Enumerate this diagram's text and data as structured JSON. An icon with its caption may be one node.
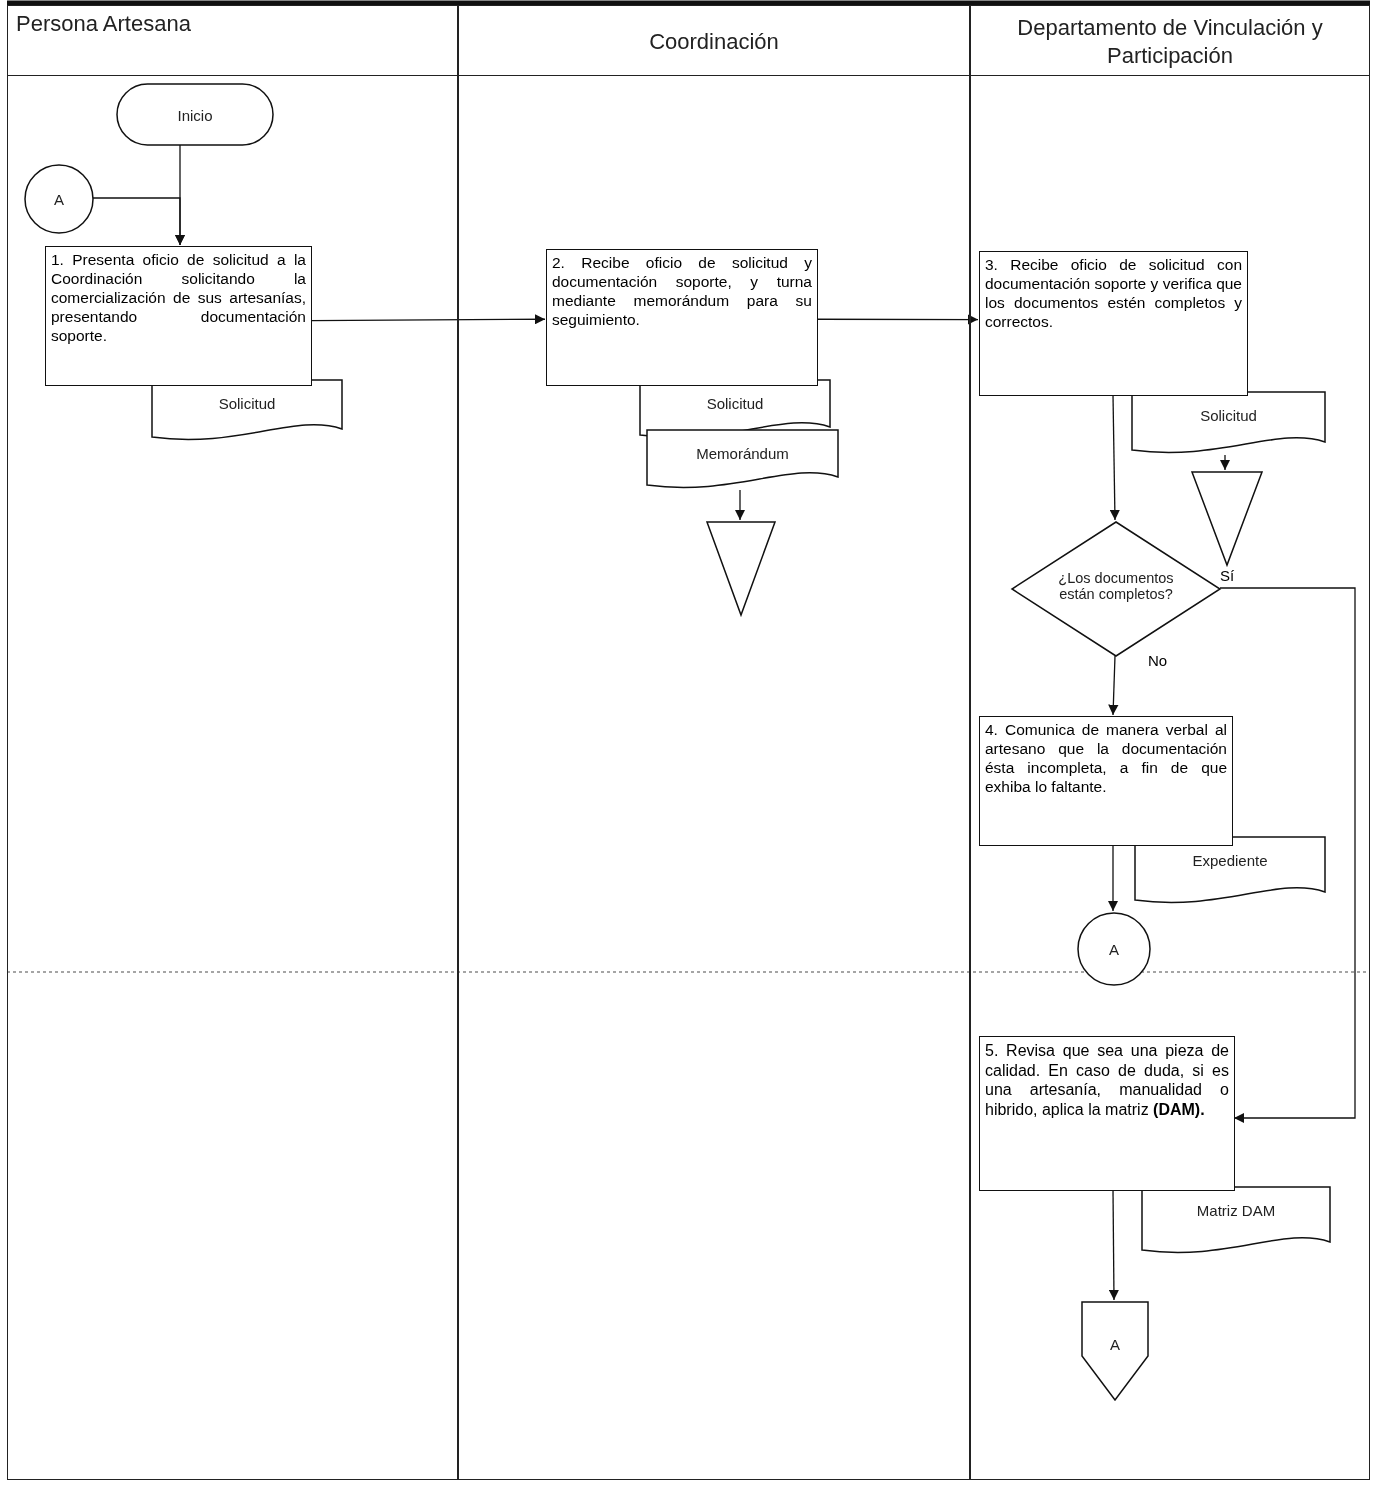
{
  "diagram": {
    "nodes": [
      {
        "text": [
          "Persona Artesana"
        ]
      },
      {
        "text": [
          "Coordinación"
        ]
      },
      {
        "text": [
          "Departamento de Vinculación y Participación"
        ]
      },
      {
        "text": [
          "Inicio"
        ],
        "in": 0
      },
      {
        "text": [
          "A"
        ],
        "in": 0
      },
      {
        "text": [
          "1. Presenta oficio de solicitud a la Coordinación solicitando la comercialización de sus artesanías, presentando documentación soporte."
        ],
        "in": 0
      },
      {
        "text": [
          "Solicitud"
        ],
        "in": 0
      },
      {
        "text": [
          "2. Recibe oficio de solicitud y documentación soporte, y turna mediante memorándum para su seguimiento."
        ],
        "in": 1
      },
      {
        "text": [
          "Solicitud"
        ],
        "in": 1
      },
      {
        "text": [
          "Memorándum"
        ],
        "in": 1
      },
      {
        "text": [],
        "shape": "triangle",
        "in": 1
      },
      {
        "text": [
          "3. Recibe oficio de solicitud con documentación soporte y verifica que los documentos estén completos y correctos."
        ],
        "in": 2
      },
      {
        "text": [
          "Solicitud"
        ],
        "in": 2
      },
      {
        "text": [],
        "shape": "triangle",
        "in": 2
      },
      {
        "text": [
          "¿Los documentos están completos?"
        ],
        "in": 2
      },
      {
        "text": [
          "4. Comunica de manera verbal al artesano que la documentación ésta incompleta, a fin de que exhiba lo faltante."
        ],
        "in": 2
      },
      {
        "text": [
          "Expediente"
        ],
        "in": 2
      },
      {
        "text": [
          "A"
        ],
        "in": 2
      },
      {
        "text": [
          "5. Revisa que sea una pieza de calidad. En caso de duda, si es una artesanía, manualidad o hibrido, aplica la matriz **(DAM).**"
        ],
        "in": 2
      },
      {
        "text": [
          "Matriz DAM"
        ],
        "in": 2
      },
      {
        "text": [
          "A"
        ],
        "in": 2
      }
    ],
    "edges": [
      {
        "from": 3,
        "to": 5,
        "arrow": "to"
      },
      {
        "from": 4,
        "to": 5,
        "arrow": "to"
      },
      {
        "from": 5,
        "to": 7,
        "arrow": "to"
      },
      {
        "from": 7,
        "to": 11,
        "arrow": "to"
      },
      {
        "from": 9,
        "to": 10,
        "arrow": "to"
      },
      {
        "from": 12,
        "to": 13,
        "arrow": "to"
      },
      {
        "from": 11,
        "to": 14,
        "arrow": "to"
      },
      {
        "from": 14,
        "to": 15,
        "label": "No",
        "arrow": "to"
      },
      {
        "from": 14,
        "to": 18,
        "label": "Sí",
        "arrow": "to"
      },
      {
        "from": 15,
        "to": 17,
        "arrow": "to"
      },
      {
        "from": 18,
        "to": 20,
        "arrow": "to"
      }
    ]
  }
}
